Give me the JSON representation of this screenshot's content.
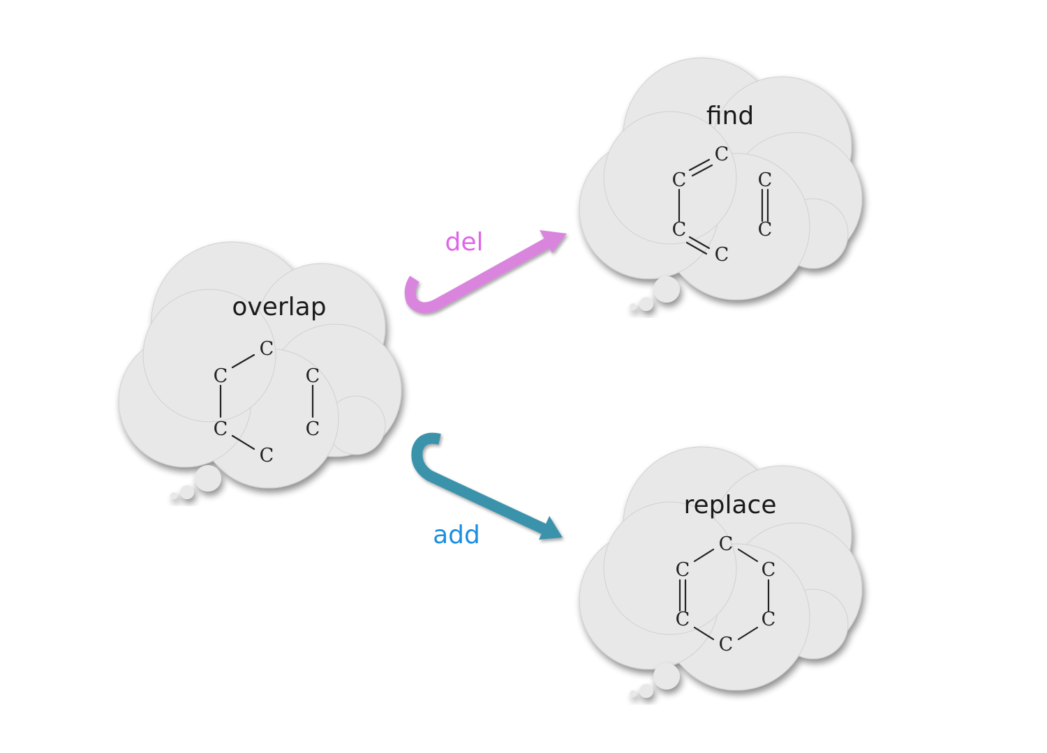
{
  "clouds": {
    "overlap": {
      "title": "overlap",
      "atoms": [
        "C",
        "C",
        "C",
        "C",
        "C",
        "C"
      ]
    },
    "find": {
      "title": "find",
      "atoms": [
        "C",
        "C",
        "C",
        "C",
        "C",
        "C"
      ]
    },
    "replace": {
      "title": "replace",
      "atoms": [
        "C",
        "C",
        "C",
        "C",
        "C",
        "C"
      ]
    }
  },
  "arrows": {
    "del": {
      "label": "del",
      "label_color": "#e066e8",
      "arrow_color": "#d985de"
    },
    "add": {
      "label": "add",
      "label_color": "#1a8ee0",
      "arrow_color": "#3b93ab"
    }
  },
  "colors": {
    "cloud_fill": "#e8e8e8",
    "cloud_shadow": "#9a9a9a"
  }
}
